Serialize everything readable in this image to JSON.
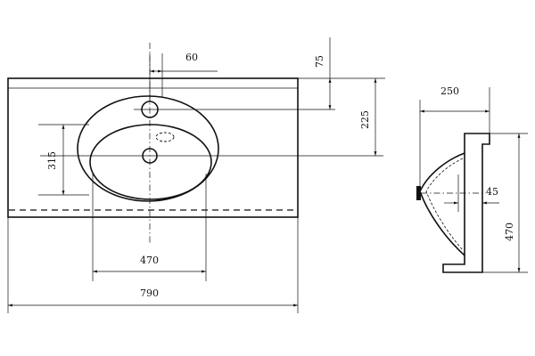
{
  "dimensions": {
    "tap_offset": "60",
    "top_to_tap": "75",
    "top_to_drain": "225",
    "bowl_depth": "315",
    "bowl_width": "470",
    "total_width": "790",
    "side_depth": "250",
    "side_height": "470",
    "side_thickness": "45"
  }
}
